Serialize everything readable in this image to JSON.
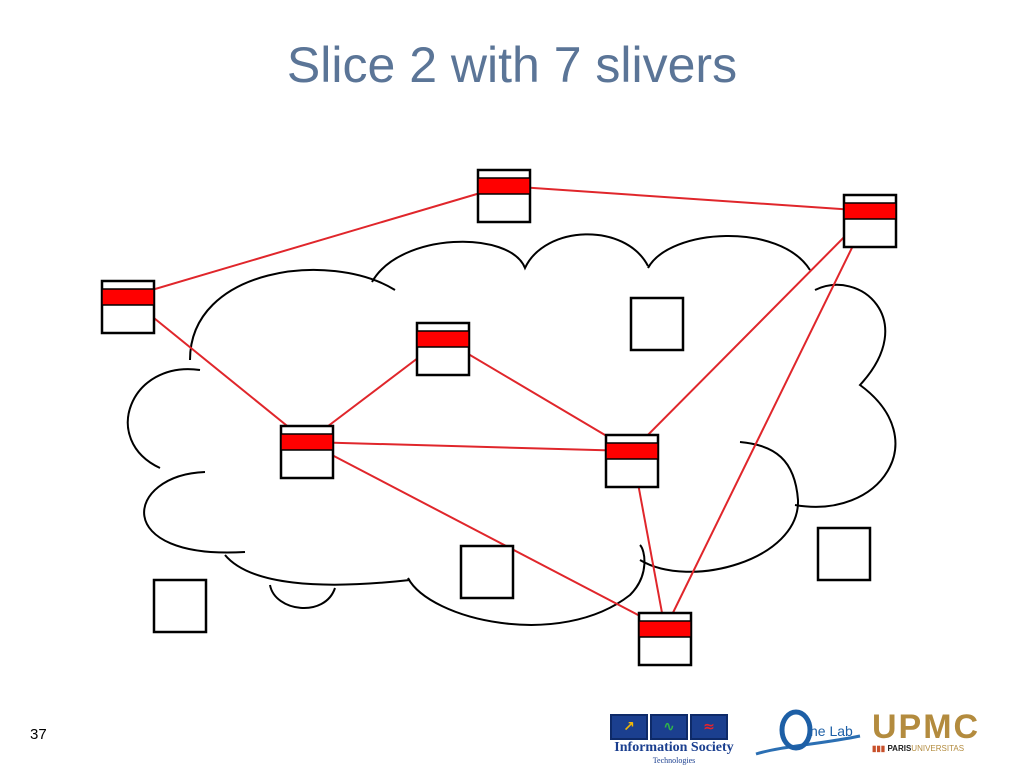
{
  "slide": {
    "title": "Slice 2 with 7 slivers",
    "page_number": "37"
  },
  "logos": {
    "ist": {
      "name": "Information Society",
      "subtitle": "Technologies",
      "box_colors": [
        "#f2b705",
        "#2fb34a",
        "#e8232a"
      ]
    },
    "onelab": {
      "name": "ne Lab"
    },
    "upmc": {
      "name": "UPMC",
      "paris": "PARIS",
      "universitas": "UNIVERSITAS"
    }
  },
  "colors": {
    "title": "#5b7597",
    "sliver": "#ff0000",
    "link": "#e0262b",
    "outline": "#000000"
  },
  "diagram": {
    "slivers": [
      "s1",
      "s2",
      "s3",
      "s4",
      "s5",
      "s6",
      "s7"
    ],
    "plain_nodes": [
      "p1",
      "p2",
      "p3",
      "p4"
    ],
    "links": [
      [
        "s1",
        "s2"
      ],
      [
        "s2",
        "s3"
      ],
      [
        "s1",
        "s4"
      ],
      [
        "s4",
        "s5"
      ],
      [
        "s4",
        "s6"
      ],
      [
        "s5",
        "s6"
      ],
      [
        "s4",
        "s7"
      ],
      [
        "s6",
        "s3"
      ],
      [
        "s6",
        "s7"
      ],
      [
        "s7",
        "s3"
      ]
    ]
  }
}
